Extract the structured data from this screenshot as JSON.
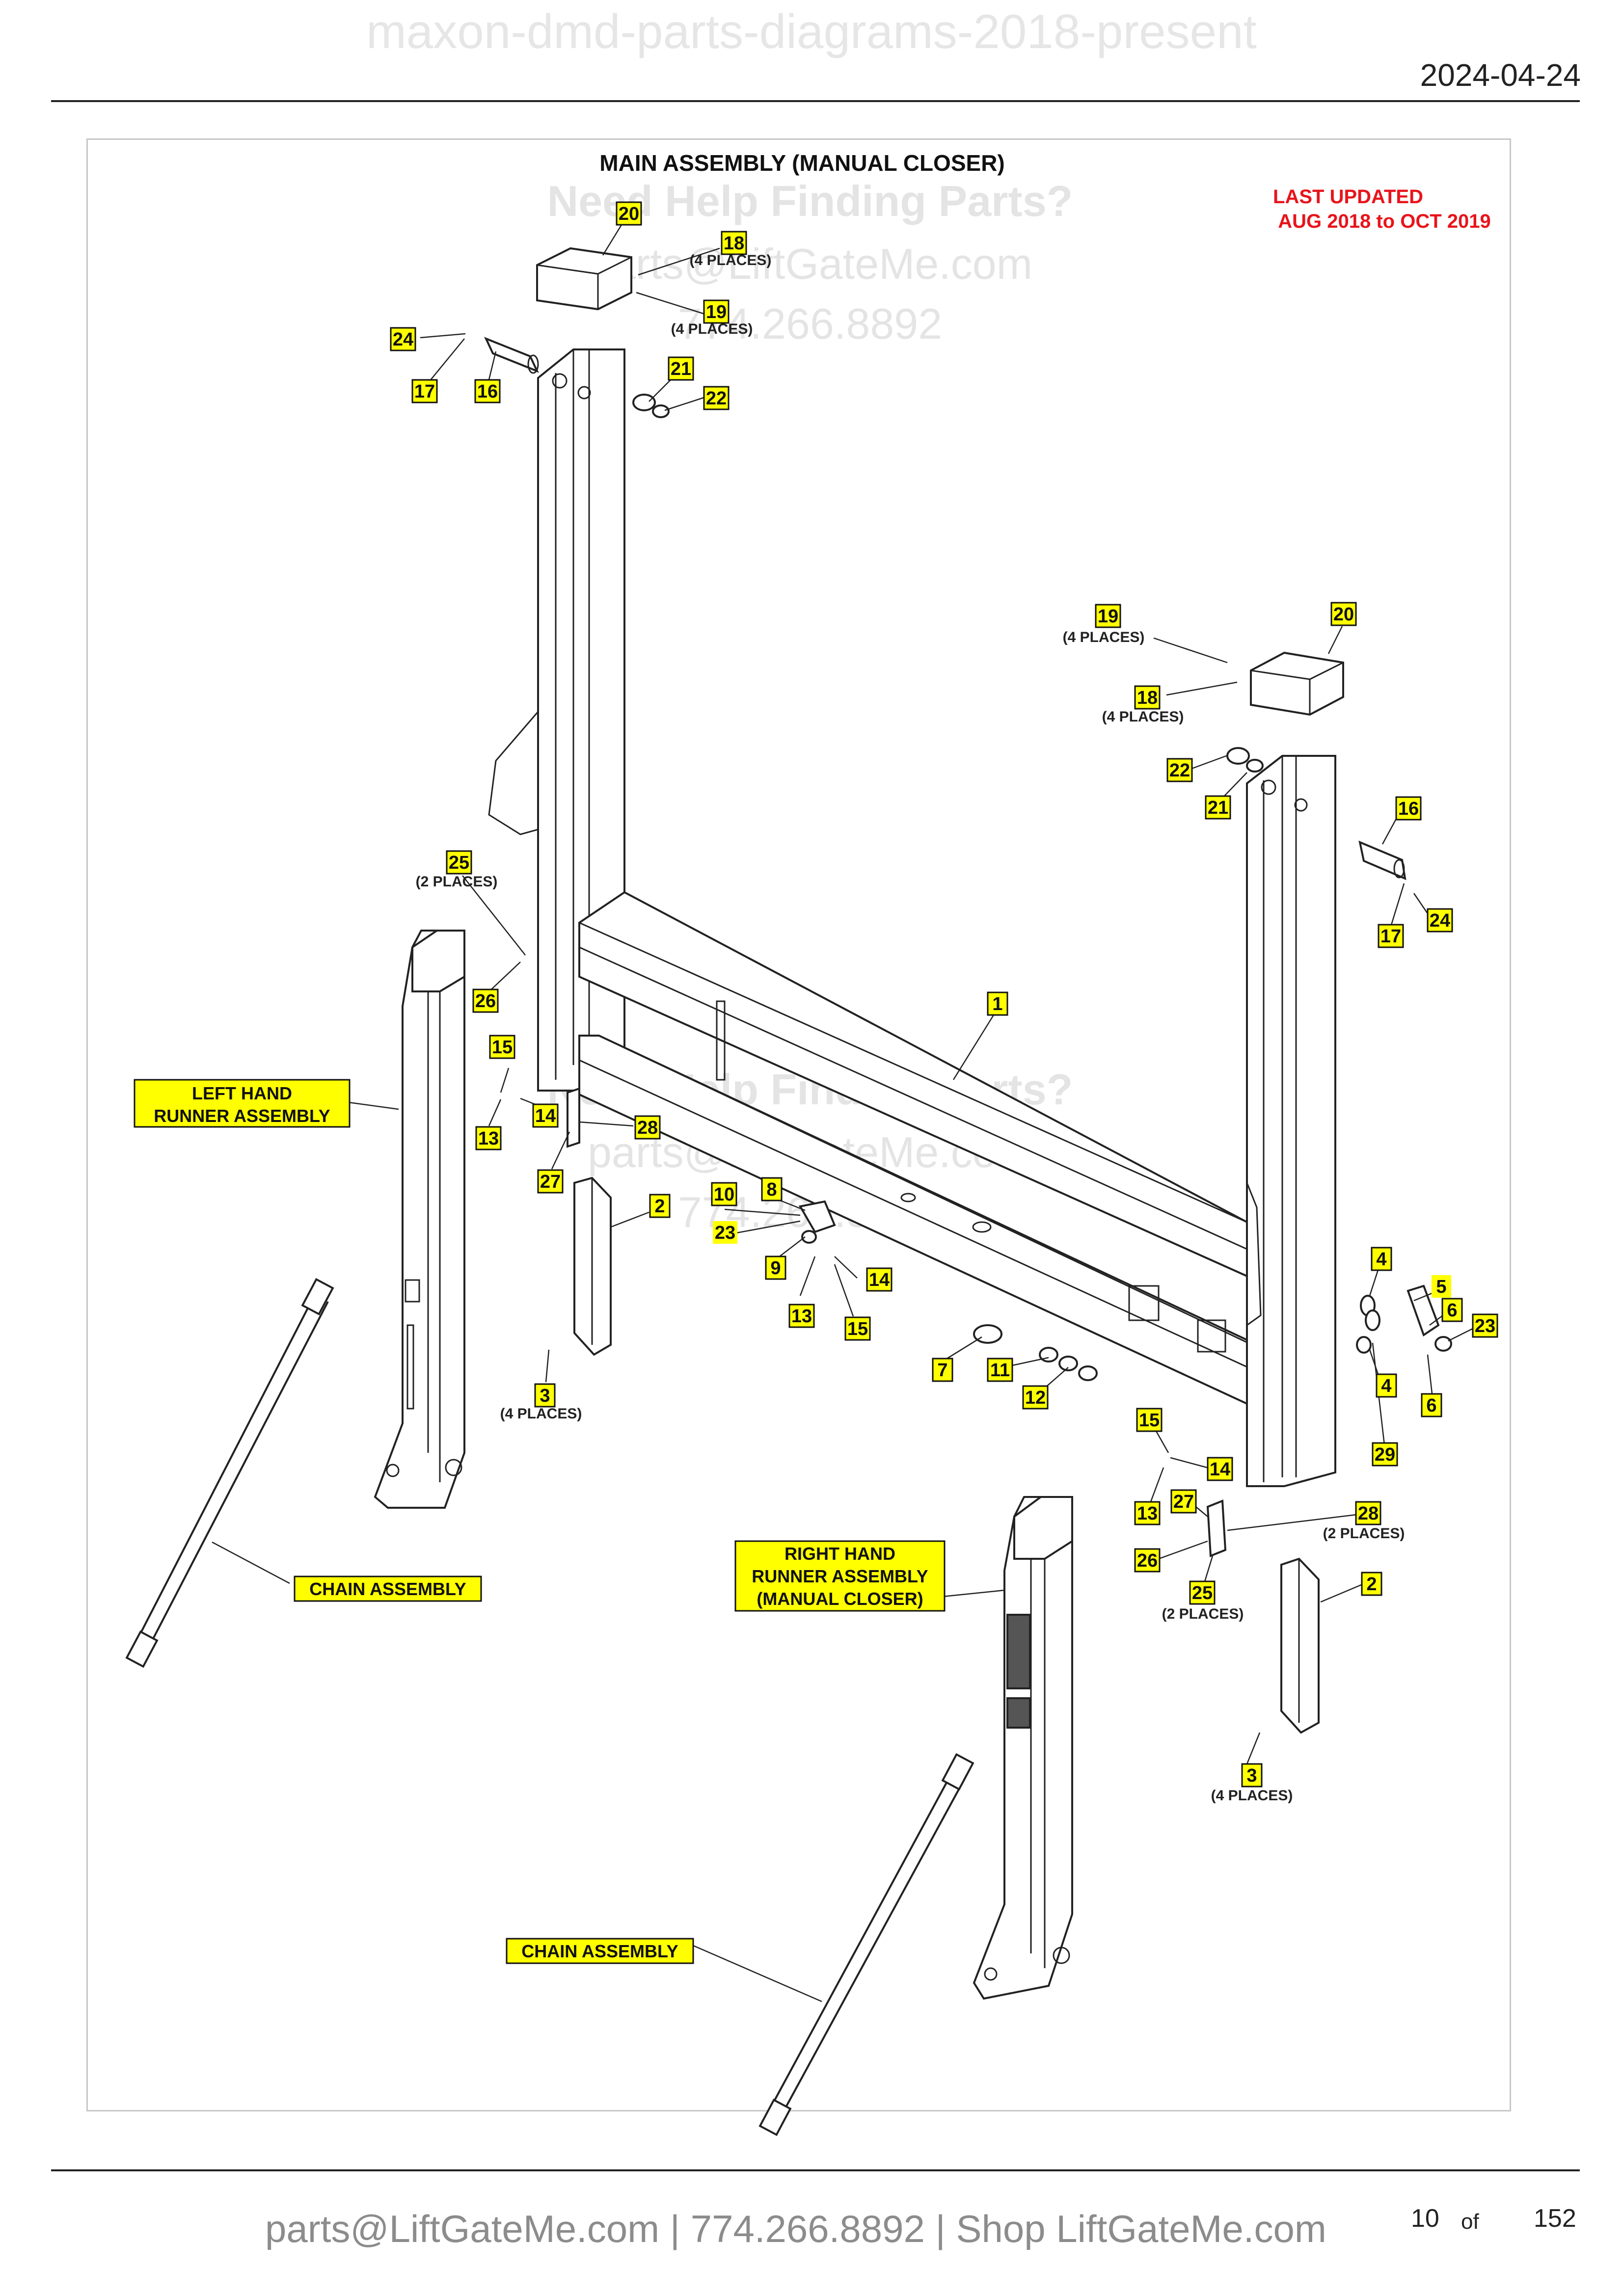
{
  "header": {
    "watermark_title": "maxon-dmd-parts-diagrams-2018-present",
    "date": "2024-04-24"
  },
  "diagram": {
    "title": "MAIN ASSEMBLY (MANUAL CLOSER)",
    "last_updated_line1": "LAST UPDATED",
    "last_updated_line2": "AUG 2018 to OCT 2019",
    "watermark": {
      "help": "Need Help Finding Parts?",
      "email": "parts@LiftGateMe.com",
      "phone": "774.266.8892"
    },
    "assembly_labels": {
      "left_runner_line1": "LEFT HAND",
      "left_runner_line2": "RUNNER ASSEMBLY",
      "right_runner_line1": "RIGHT HAND",
      "right_runner_line2": "RUNNER ASSEMBLY",
      "right_runner_line3": "(MANUAL CLOSER)",
      "chain_assembly": "CHAIN ASSEMBLY"
    },
    "qty_notes": {
      "four_places": "(4 PLACES)",
      "two_places": "(2 PLACES)"
    },
    "callouts": {
      "c1": "1",
      "c2": "2",
      "c3": "3",
      "c4": "4",
      "c5": "5",
      "c6": "6",
      "c7": "7",
      "c8": "8",
      "c9": "9",
      "c10": "10",
      "c11": "11",
      "c12": "12",
      "c13": "13",
      "c14": "14",
      "c15": "15",
      "c16": "16",
      "c17": "17",
      "c18": "18",
      "c19": "19",
      "c20": "20",
      "c21": "21",
      "c22": "22",
      "c23": "23",
      "c24": "24",
      "c25": "25",
      "c26": "26",
      "c27": "27",
      "c28": "28",
      "c29": "29"
    },
    "colors": {
      "callout_fill": "#ffff00",
      "updated_red": "#e8141b",
      "line": "#222222"
    }
  },
  "footer": {
    "contact": "parts@LiftGateMe.com | 774.266.8892 | Shop LiftGateMe.com",
    "page_current": "10",
    "page_of": "of",
    "page_total": "152"
  }
}
